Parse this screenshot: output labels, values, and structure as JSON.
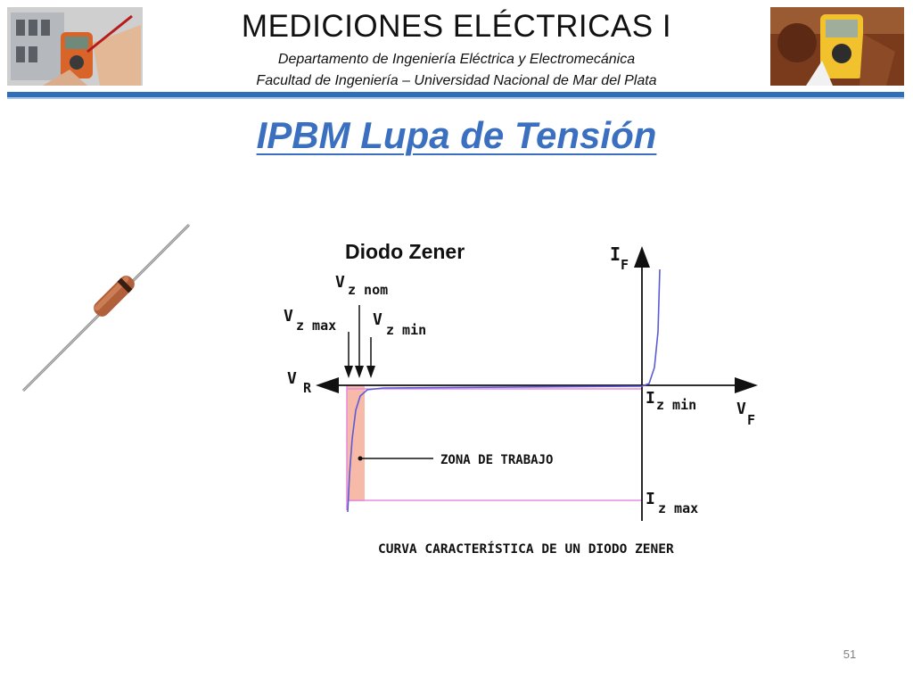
{
  "header": {
    "title": "MEDICIONES ELÉCTRICAS I",
    "subtitle_line1": "Departamento de Ingeniería Eléctrica y Electromecánica",
    "subtitle_line2": "Facultad de Ingeniería – Universidad Nacional de Mar del Plata",
    "accent_color": "#2e6fb8"
  },
  "slide": {
    "title": "IPBM Lupa de Tensión",
    "title_color": "#3b6fbf",
    "page_number": "51"
  },
  "images": {
    "left": "photo of hands holding a multimeter probe",
    "right": "photo of a gloved hand holding a yellow digital multimeter",
    "component": "photo of a glass zener diode with axial leads"
  },
  "diagram": {
    "title": "Diodo Zener",
    "labels": {
      "if_main": "I",
      "if_sub": "F",
      "vf_main": "V",
      "vf_sub": "F",
      "vr_main": "V",
      "vr_sub": "R",
      "vz_nom_main": "V",
      "vz_nom_sub": "z nom",
      "vz_max_main": "V",
      "vz_max_sub": "z max",
      "vz_min_main": "V",
      "vz_min_sub": "z min",
      "iz_min_main": "I",
      "iz_min_sub": "z min",
      "iz_max_main": "I",
      "iz_max_sub": "z max",
      "work_zone": "ZONA DE TRABAJO",
      "caption": "CURVA CARACTERÍSTICA DE UN DIODO ZENER"
    },
    "colors": {
      "curve": "#5b5bd6",
      "work_zone_fill": "#f7b9a8",
      "limit_lines": "#e58be0",
      "axes": "#111111"
    }
  }
}
